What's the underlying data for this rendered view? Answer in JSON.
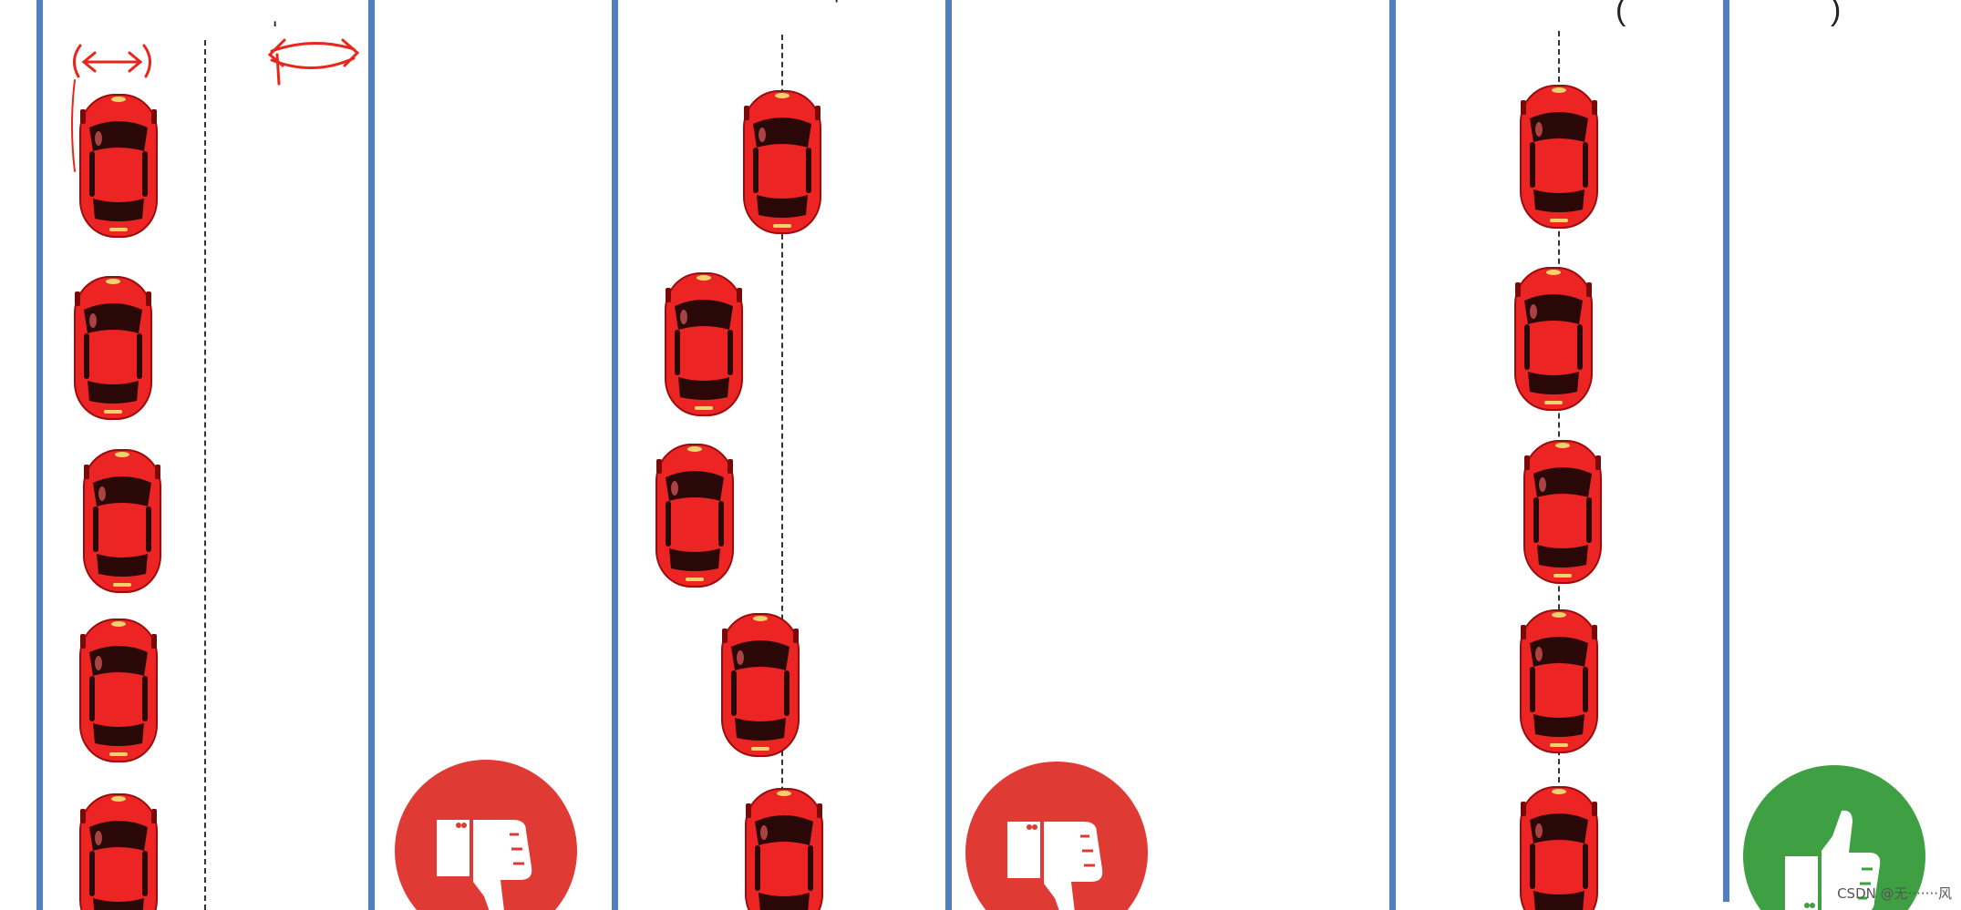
{
  "colors": {
    "lane_line": "#4f7fbf",
    "car_body": "#ec2424",
    "car_window": "#2a0808",
    "badge_bad": "#e03a35",
    "badge_good": "#3f9f43",
    "annotation": "#e8261b"
  },
  "panels": [
    {
      "name": "panel-1",
      "cars": 5,
      "annotation": "two-way-arrows"
    },
    {
      "name": "panel-2",
      "cars": 5,
      "verdict": "thumbs-down-icon"
    },
    {
      "name": "panel-3",
      "cars": 5,
      "verdict": "thumbs-up-icon"
    }
  ],
  "watermark": "CSDN @无·······风"
}
